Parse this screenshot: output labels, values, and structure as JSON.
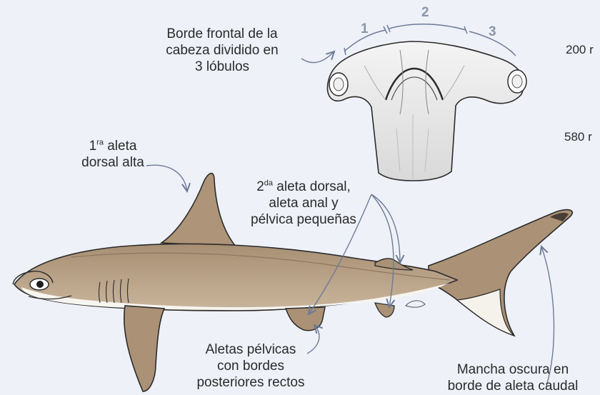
{
  "labels": {
    "head_border": [
      "Borde frontal de la",
      "cabeza dividido en",
      "3 lóbulos"
    ],
    "first_dorsal": {
      "line1_main": "1",
      "line1_sup": "ra",
      "line1_rest": " aleta",
      "line2": "dorsal alta"
    },
    "second_dorsal": {
      "line1_main": "2",
      "line1_sup": "da",
      "line1_rest": " aleta dorsal,",
      "line2": "aleta anal y",
      "line3": "pélvica pequeñas"
    },
    "pelvic": [
      "Aletas pélvicas",
      "con bordes",
      "posteriores rectos"
    ],
    "caudal": [
      "Mancha oscura en",
      "borde de aleta caudal"
    ]
  },
  "lobes": [
    "1",
    "2",
    "3"
  ],
  "cropped_side_text": [
    "200 r",
    "580 r"
  ],
  "colors": {
    "background": "#eef1f8",
    "arrow": "#6d7a96",
    "lobe_number": "#8a95a8",
    "shark_top": "#b39b80",
    "shark_belly": "#f7f5f0"
  }
}
